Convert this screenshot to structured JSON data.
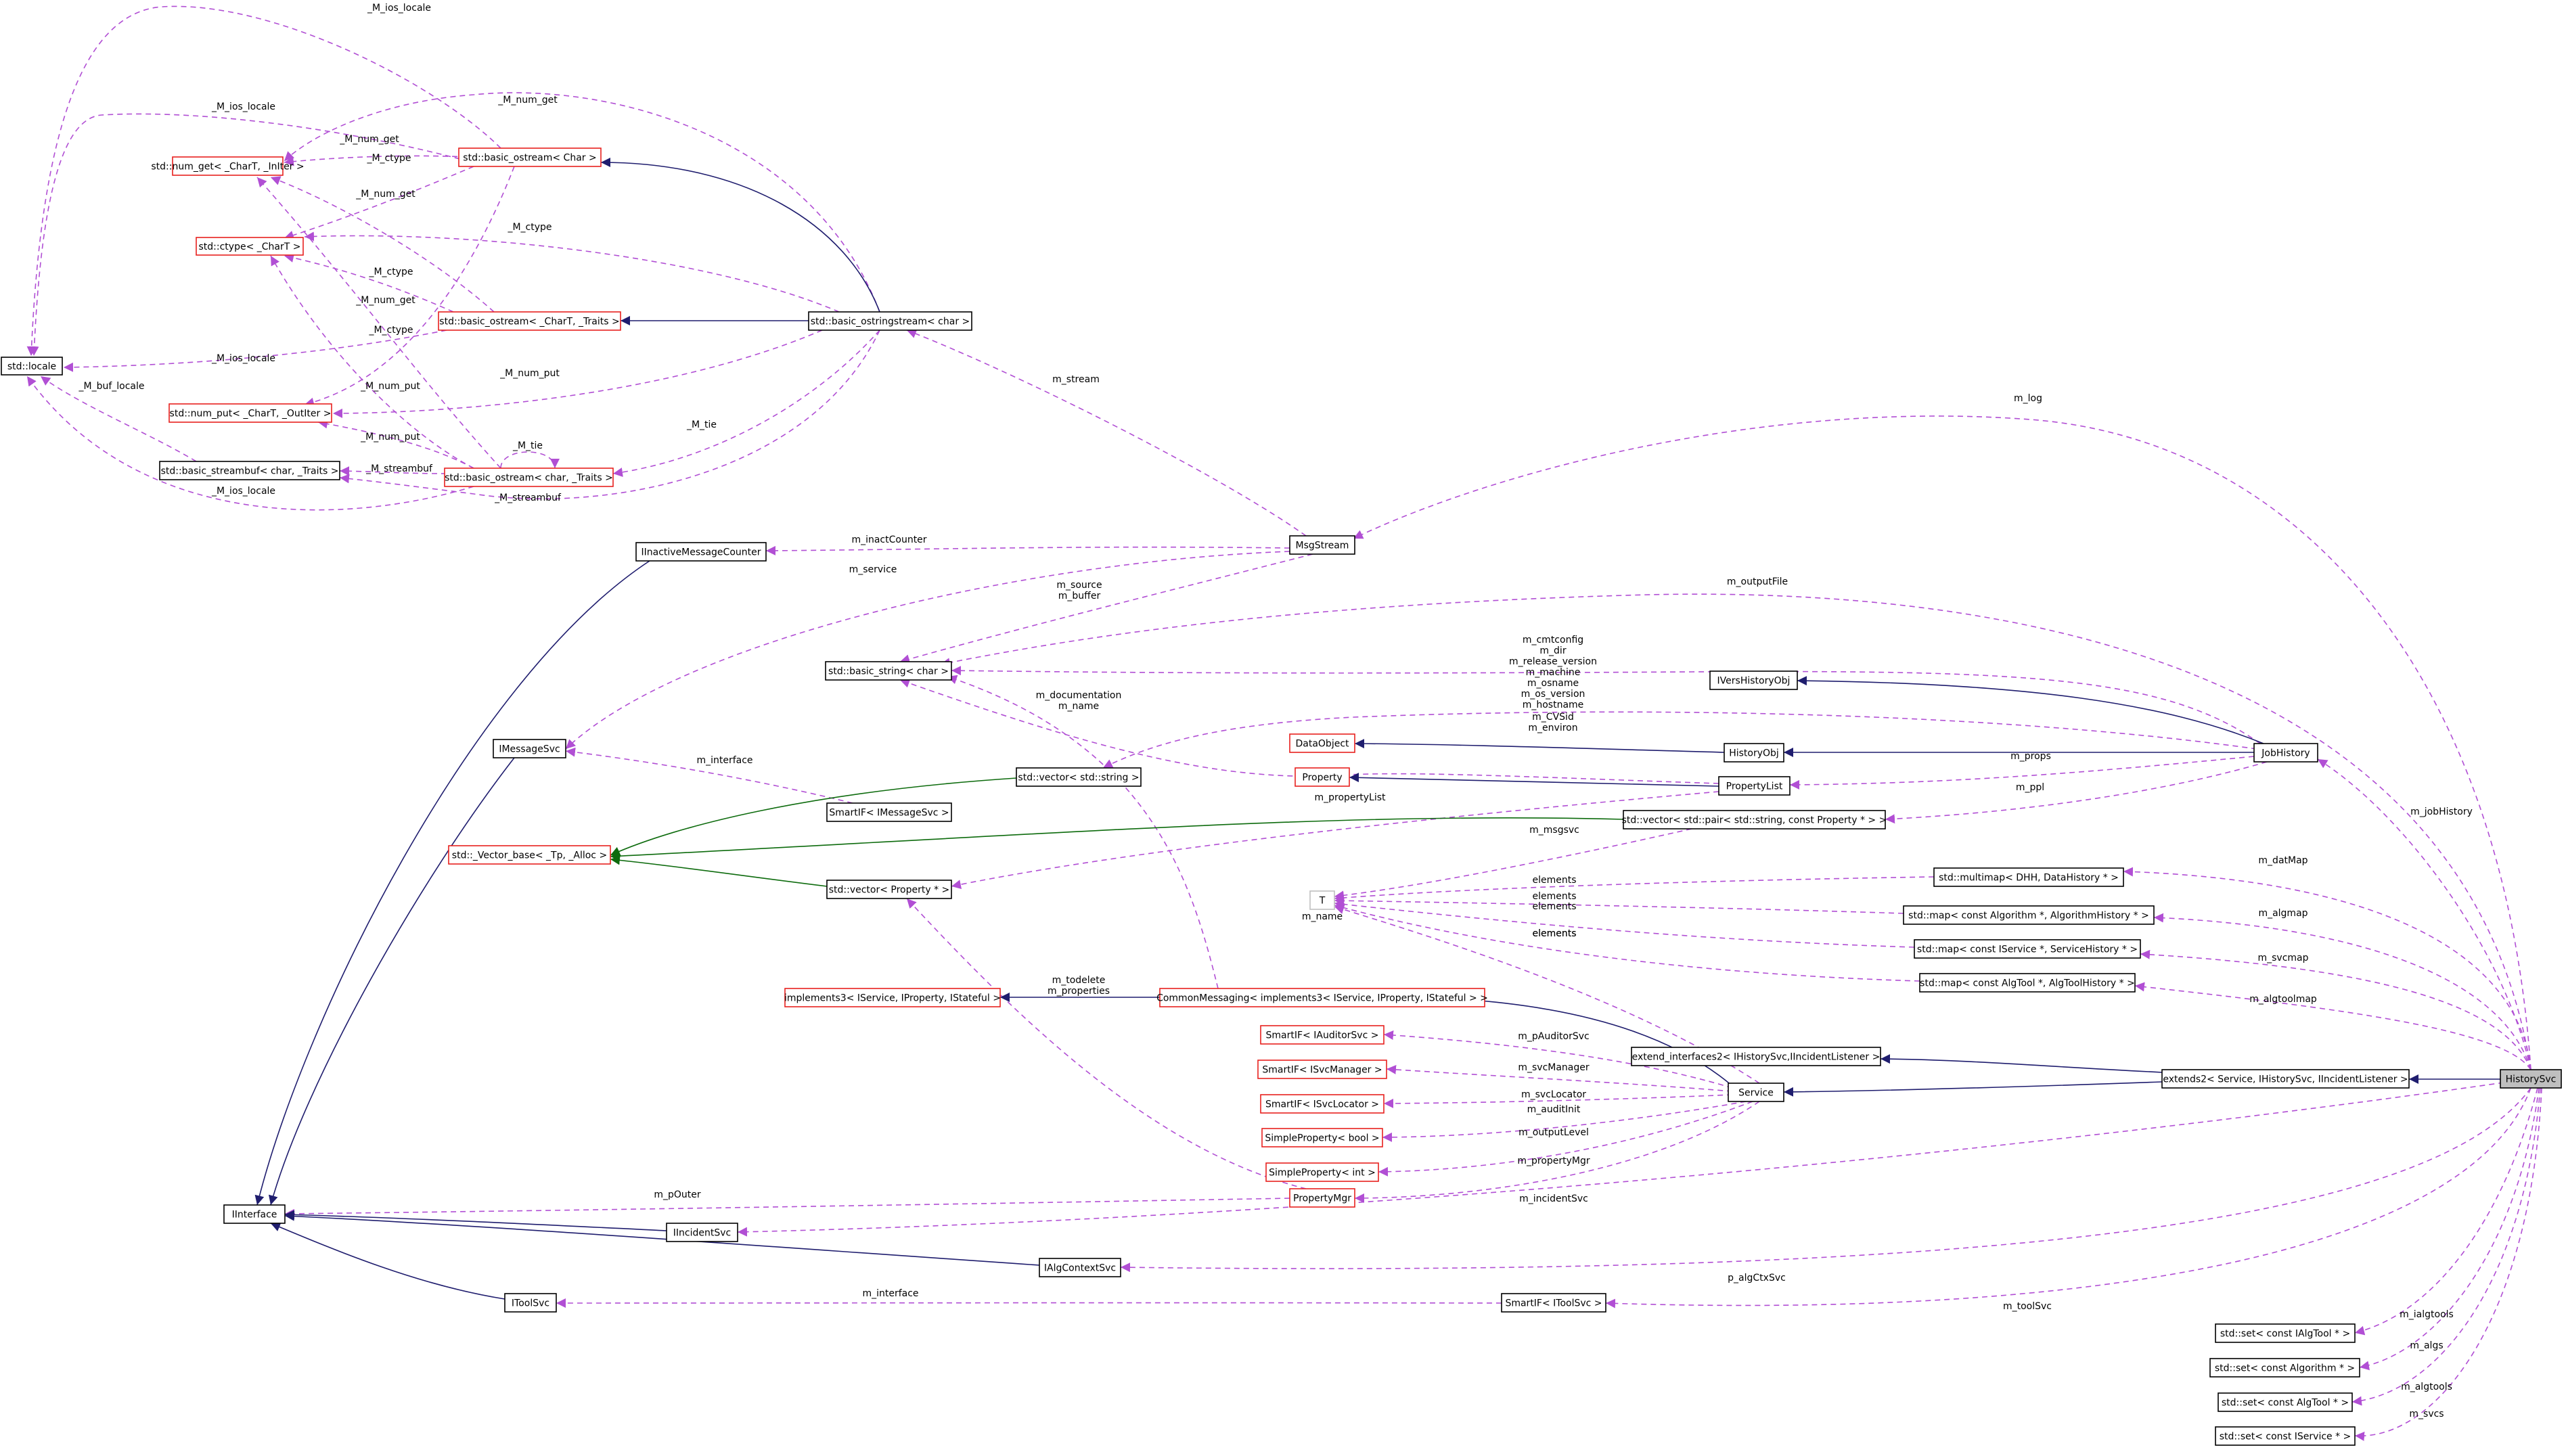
{
  "colors": {
    "plain_border": "#000000",
    "undoc_border": "#e8211e",
    "highlight_fill": "#bfbfbf",
    "muted_border": "#bfbfbf",
    "inherit_edge": "#1f1d6e",
    "template_edge": "#0d6b0d",
    "usage_edge": "#b14fd4"
  },
  "nodes": [
    {
      "id": "std_locale",
      "label": "std::locale",
      "style": "plain"
    },
    {
      "id": "num_get",
      "label": "std::num_get< _CharT, _InIter >",
      "style": "undoc"
    },
    {
      "id": "ctype",
      "label": "std::ctype< _CharT >",
      "style": "undoc"
    },
    {
      "id": "num_put",
      "label": "std::num_put< _CharT, _OutIter >",
      "style": "undoc"
    },
    {
      "id": "streambuf",
      "label": "std::basic_streambuf< char, _Traits >",
      "style": "plain"
    },
    {
      "id": "ostream_char",
      "label": "std::basic_ostream< Char >",
      "style": "undoc"
    },
    {
      "id": "ostream_chart",
      "label": "std::basic_ostream< _CharT, _Traits >",
      "style": "undoc"
    },
    {
      "id": "ostream_char_traits",
      "label": "std::basic_ostream< char, _Traits >",
      "style": "undoc"
    },
    {
      "id": "ostringstream",
      "label": "std::basic_ostringstream< char >",
      "style": "plain"
    },
    {
      "id": "inactive_counter",
      "label": "IInactiveMessageCounter",
      "style": "plain"
    },
    {
      "id": "msgstream",
      "label": "MsgStream",
      "style": "plain"
    },
    {
      "id": "basic_string",
      "label": "std::basic_string< char >",
      "style": "plain"
    },
    {
      "id": "imessagesvc",
      "label": "IMessageSvc",
      "style": "plain"
    },
    {
      "id": "iversobj",
      "label": "IVersHistoryObj",
      "style": "plain"
    },
    {
      "id": "dataobject",
      "label": "DataObject",
      "style": "undoc"
    },
    {
      "id": "historyobj",
      "label": "HistoryObj",
      "style": "plain"
    },
    {
      "id": "property",
      "label": "Property",
      "style": "undoc"
    },
    {
      "id": "propertylist",
      "label": "PropertyList",
      "style": "plain"
    },
    {
      "id": "vec_string",
      "label": "std::vector< std::string >",
      "style": "plain"
    },
    {
      "id": "smartif_msg",
      "label": "SmartIF< IMessageSvc >",
      "style": "plain"
    },
    {
      "id": "vec_pair",
      "label": "std::vector< std::pair< std::string, const Property * > >",
      "style": "plain"
    },
    {
      "id": "jobhistory",
      "label": "JobHistory",
      "style": "plain"
    },
    {
      "id": "vector_base",
      "label": "std::_Vector_base< _Tp, _Alloc >",
      "style": "undoc"
    },
    {
      "id": "vec_prop",
      "label": "std::vector< Property * >",
      "style": "plain"
    },
    {
      "id": "T",
      "label": "T",
      "style": "muted"
    },
    {
      "id": "multimap",
      "label": "std::multimap< DHH, DataHistory * >",
      "style": "plain"
    },
    {
      "id": "map_alg",
      "label": "std::map< const Algorithm *, AlgorithmHistory * >",
      "style": "plain"
    },
    {
      "id": "map_svc",
      "label": "std::map< const IService *, ServiceHistory * >",
      "style": "plain"
    },
    {
      "id": "map_tool",
      "label": "std::map< const AlgTool *, AlgToolHistory * >",
      "style": "plain"
    },
    {
      "id": "implements3",
      "label": "implements3< IService, IProperty, IStateful >",
      "style": "undoc"
    },
    {
      "id": "commonmsg",
      "label": "CommonMessaging< implements3< IService, IProperty, IStateful > >",
      "style": "undoc"
    },
    {
      "id": "smartif_auditor",
      "label": "SmartIF< IAuditorSvc >",
      "style": "undoc"
    },
    {
      "id": "smartif_svcmgr",
      "label": "SmartIF< ISvcManager >",
      "style": "undoc"
    },
    {
      "id": "smartif_svcloc",
      "label": "SmartIF< ISvcLocator >",
      "style": "undoc"
    },
    {
      "id": "simple_bool",
      "label": "SimpleProperty< bool >",
      "style": "undoc"
    },
    {
      "id": "simple_int",
      "label": "SimpleProperty< int >",
      "style": "undoc"
    },
    {
      "id": "propertymgr",
      "label": "PropertyMgr",
      "style": "undoc"
    },
    {
      "id": "extend_interfaces2",
      "label": "extend_interfaces2< IHistorySvc,IIncidentListener >",
      "style": "plain"
    },
    {
      "id": "service",
      "label": "Service",
      "style": "plain"
    },
    {
      "id": "extends2",
      "label": "extends2< Service, IHistorySvc, IIncidentListener >",
      "style": "plain"
    },
    {
      "id": "historysvc",
      "label": "HistorySvc",
      "style": "highlight"
    },
    {
      "id": "interface",
      "label": "IInterface",
      "style": "plain"
    },
    {
      "id": "iincidentsvc",
      "label": "IIncidentSvc",
      "style": "plain"
    },
    {
      "id": "ialgcontext",
      "label": "IAlgContextSvc",
      "style": "plain"
    },
    {
      "id": "itoolsvc",
      "label": "IToolSvc",
      "style": "plain"
    },
    {
      "id": "smartif_tool",
      "label": "SmartIF< IToolSvc >",
      "style": "plain"
    },
    {
      "id": "set_ialgtool",
      "label": "std::set< const IAlgTool * >",
      "style": "plain"
    },
    {
      "id": "set_alg",
      "label": "std::set< const Algorithm * >",
      "style": "plain"
    },
    {
      "id": "set_algtool",
      "label": "std::set< const AlgTool * >",
      "style": "plain"
    },
    {
      "id": "set_isvc",
      "label": "std::set< const IService * >",
      "style": "plain"
    }
  ],
  "edge_labels": [
    "_M_ios_locale",
    "_M_ios_locale",
    "_M_num_get",
    "_M_num_get",
    "_M_num_get",
    "_M_num_get",
    "_M_ctype",
    "_M_ctype",
    "_M_ctype",
    "_M_ctype",
    "_M_ios_locale",
    "_M_num_put",
    "_M_num_put",
    "_M_num_put",
    "_M_buf_locale",
    "_M_ios_locale",
    "_M_streambuf",
    "_M_streambuf",
    "_M_tie",
    "_M_tie",
    "m_stream",
    "m_log",
    "m_inactCounter",
    "m_service",
    "m_source\nm_buffer",
    "m_outputFile",
    "m_cmtconfig\nm_dir\nm_release_version\nm_machine\nm_osname\nm_os_version\nm_hostname",
    "m_documentation\nm_name",
    "m_CVSid\nm_environ",
    "m_interface",
    "m_props",
    "m_propertyList",
    "m_ppl",
    "m_msgsvc",
    "elements",
    "elements",
    "elements",
    "elements",
    "elements",
    "m_name",
    "m_datMap",
    "m_algmap",
    "m_svcmap",
    "m_algtoolmap",
    "m_jobHistory",
    "m_todelete\nm_properties",
    "m_pAuditorSvc",
    "m_svcManager",
    "m_svcLocator",
    "m_auditInit",
    "m_outputLevel",
    "m_propertyMgr",
    "m_pOuter",
    "m_incidentSvc",
    "p_algCtxSvc",
    "m_interface",
    "m_toolSvc",
    "m_ialgtools",
    "m_algs",
    "m_algtools",
    "m_svcs"
  ]
}
